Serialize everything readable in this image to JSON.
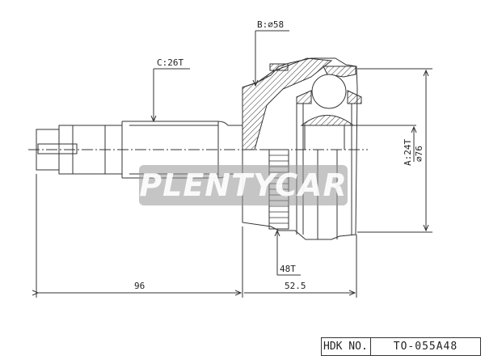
{
  "labels": {
    "spline_shaft": "C:26T",
    "bore": "B:⌀58",
    "inner_spline": "A:24T",
    "outer_diameter": "⌀76",
    "abs_ring": "48T",
    "length_shaft": "96",
    "length_housing": "52.5"
  },
  "watermark": "PLENTYCAR",
  "part_table": {
    "header": "HDK NO.",
    "value": "TO-055A48"
  }
}
